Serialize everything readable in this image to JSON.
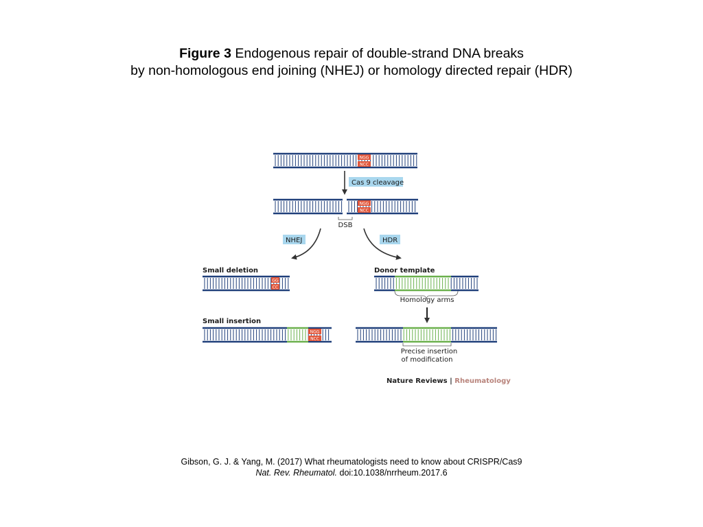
{
  "title": {
    "bold": "Figure 3",
    "line1": "Endogenous repair of double-strand DNA breaks",
    "line2": "by non-homologous end joining (NHEJ) or homology directed repair (HDR)"
  },
  "diagram": {
    "pam_top": "NGG",
    "pam_bottom": "NCC",
    "pam_cut_top": "GG",
    "pam_cut_bottom": "CC",
    "cas9_label": "Cas 9 cleavage",
    "dsb_label": "DSB",
    "nhej_label": "NHEJ",
    "hdr_label": "HDR",
    "small_deletion": "Small deletion",
    "small_insertion": "Small insertion",
    "donor_template": "Donor template",
    "homology_arms": "Homology arms",
    "precise_line1": "Precise insertion",
    "precise_line2": "of modification",
    "journal_a": "Nature Reviews",
    "journal_sep": " | ",
    "journal_b": "Rheumatology",
    "colors": {
      "dna": "#1f3f7a",
      "insert": "#6ab04c",
      "pam": "#e2563a",
      "label_bg": "#a9d7ee",
      "arrow": "#333333",
      "journal_b": "#b8837b"
    }
  },
  "citation": {
    "line1": "Gibson, G. J. & Yang, M. (2017) What rheumatologists need to know about CRISPR/Cas9",
    "journal": "Nat. Rev. Rheumatol.",
    "doi": " doi:10.1038/nrrheum.2017.6"
  }
}
